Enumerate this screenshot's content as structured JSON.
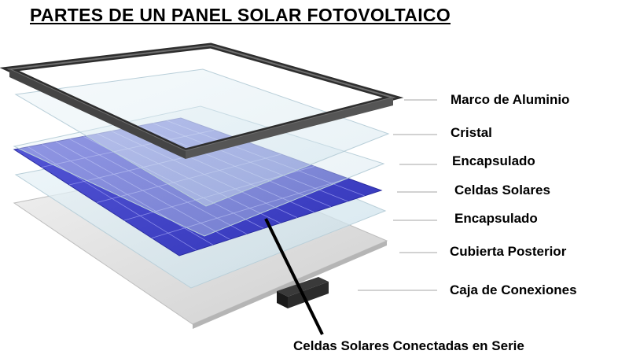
{
  "title": "PARTES DE UN PANEL SOLAR FOTOVOLTAICO",
  "labels": {
    "frame": "Marco de Aluminio",
    "glass": "Cristal",
    "encapsulant_top": "Encapsulado",
    "cells": "Celdas Solares",
    "encapsulant_bottom": "Encapsulado",
    "backsheet": "Cubierta Posterior",
    "junction_box": "Caja de Conexiones"
  },
  "caption": "Celdas Solares Conectadas en Serie",
  "colors": {
    "frame": "#3a3a3a",
    "glass": "#d9e9f1",
    "cell": "#3f41c9",
    "backsheet": "#e4e4e4",
    "junction_box": "#222222"
  }
}
